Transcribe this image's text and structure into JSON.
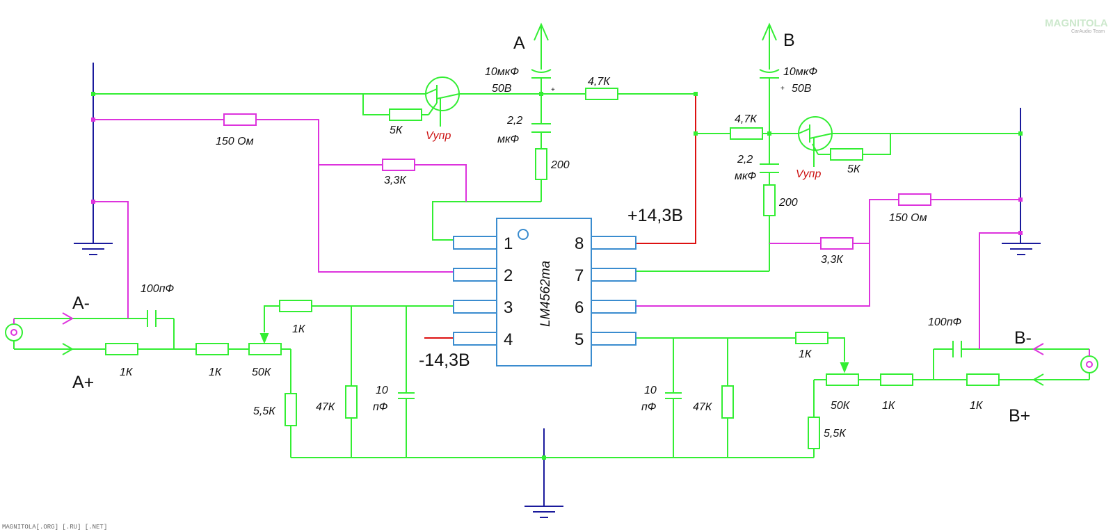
{
  "ic": {
    "name": "LM4562ma",
    "pins_left": [
      "1",
      "2",
      "3",
      "4"
    ],
    "pins_right": [
      "8",
      "7",
      "6",
      "5"
    ]
  },
  "outputs": {
    "a": "A",
    "b": "B"
  },
  "inputs": {
    "a_minus": "A-",
    "a_plus": "A+",
    "b_minus": "B-",
    "b_plus": "B+"
  },
  "supply": {
    "pos": "+14,3В",
    "neg": "-14,3В"
  },
  "control": {
    "left": "Vупр",
    "right": "Vупр"
  },
  "components": {
    "c_out_left": [
      "10мкФ",
      "50В"
    ],
    "c_out_right": [
      "10мкФ",
      "50В"
    ],
    "r_47k_top_left": "4,7К",
    "r_47k_top_right": "4,7К",
    "c_22_left": [
      "2,2",
      "мкФ"
    ],
    "c_22_right": [
      "2,2",
      "мкФ"
    ],
    "r_200_left": "200",
    "r_200_right": "200",
    "r_5k_left": "5К",
    "r_5k_right": "5К",
    "r_150_left": "150 Ом",
    "r_150_right": "150 Ом",
    "r_33_left": "3,3К",
    "r_33_right": "3,3К",
    "c_100p_left": "100пФ",
    "c_100p_right": "100пФ",
    "r_1k_in_a": "1К",
    "r_1k_in_a2": "1К",
    "pot_a": "50К",
    "r_1k_fb_a": "1К",
    "r_55_a": "5,5К",
    "r_47k_a": "47К",
    "c_10p_a": [
      "10",
      "пФ"
    ],
    "r_1k_in_b": "1К",
    "r_1k_in_b2": "1К",
    "pot_b": "50К",
    "r_1k_fb_b": "1К",
    "r_55_b": "5,5К",
    "r_47k_b": "47К",
    "c_10p_b": [
      "10",
      "пФ"
    ]
  },
  "watermark": {
    "footer": "MAGNITOLA[.ORG] [.RU] [.NET]",
    "logo": "MAGNITOLA",
    "logo_sub": "CarAudio Team"
  },
  "colors": {
    "wire": "#33ee33",
    "signal": "#dd33dd",
    "ground": "#1a1a9c",
    "supply": "#dd1111",
    "chip": "#3a8ccf",
    "pin": "#3a8ccf"
  }
}
